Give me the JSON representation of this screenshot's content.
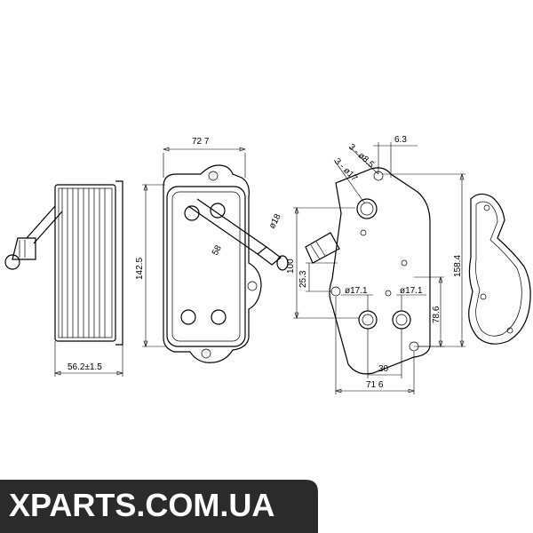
{
  "dimensions": {
    "side_width": "56.2±1.5",
    "front_width": "72 7",
    "front_height": "142.5",
    "pipe_diameter": "ø18",
    "pipe_length": "58",
    "rear_total_height": "100",
    "bolt_spec_1": "3 - ø8.5",
    "bolt_spec_2": "3 - ø17",
    "offset_top": "6.3",
    "offset_small": "25.3",
    "port_dia_1": "ø17.1",
    "port_dia_2": "ø17.1",
    "port_spacing": "30",
    "port_height": "78.6",
    "rear_width": "71 6",
    "overall_height": "158.4"
  },
  "watermark": {
    "text": "XPARTS.COM.UA"
  }
}
